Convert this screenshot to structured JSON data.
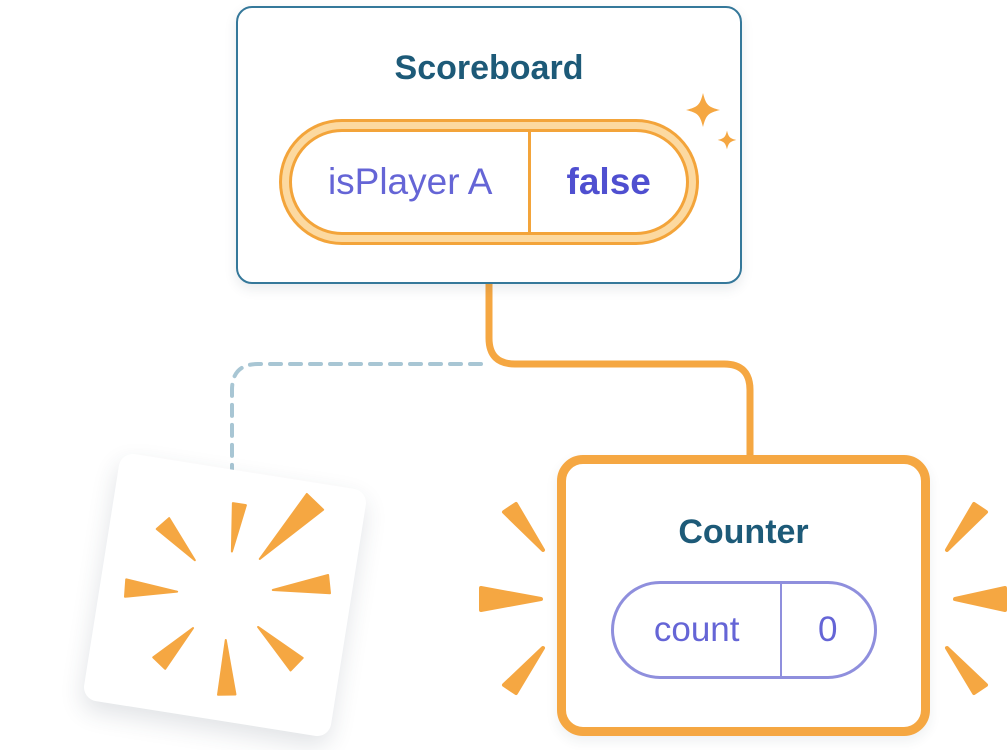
{
  "diagram": {
    "scoreboard_card": {
      "title": "Scoreboard",
      "state_pill": {
        "label": "isPlayer A",
        "value": "false"
      }
    },
    "counter_card": {
      "title": "Counter",
      "state_pill": {
        "label": "count",
        "value": "0"
      }
    }
  },
  "icons": {
    "sparkle": "sparkle-icon",
    "poof": "poof-burst-icon",
    "emphasis": "emphasis-marks-icon"
  },
  "colors": {
    "orange": "#F5A742",
    "orange_dark": "#F3A43A",
    "yellow_light": "#FCD9A0",
    "purple_text": "#6565D6",
    "purple_value_bold": "#4F4FD0",
    "purple_border": "#8F8FDD",
    "title_blue": "#1D5A78",
    "card_border_blue": "#35789A",
    "dashed_connector": "#A8C6D4"
  }
}
